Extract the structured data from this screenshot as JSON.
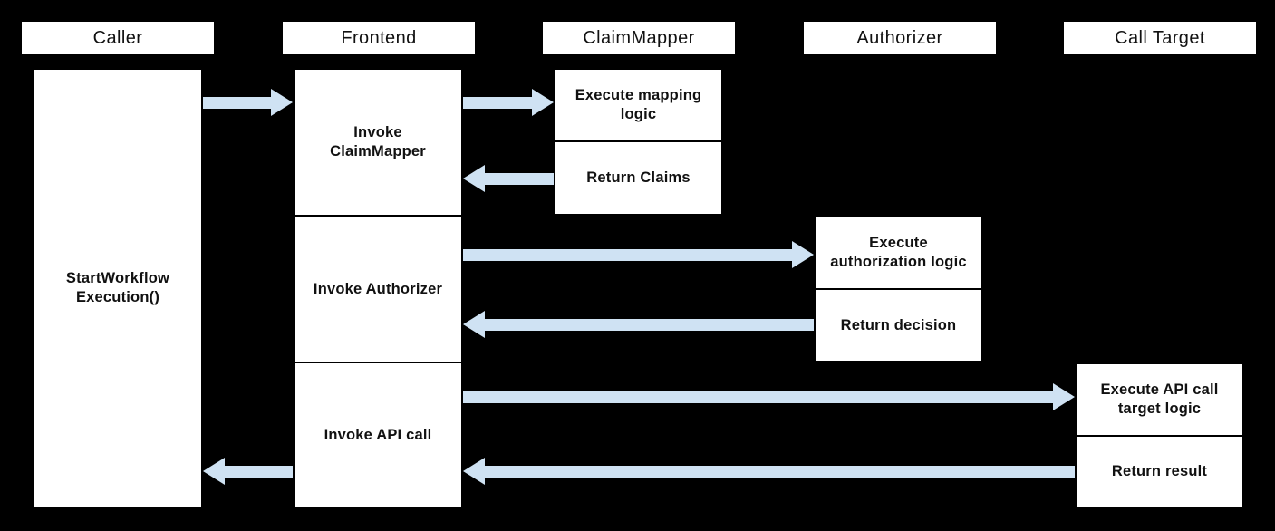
{
  "colors": {
    "background": "#000000",
    "box_fill": "#ffffff",
    "box_border": "#000000",
    "arrow_fill": "#cfe2f3",
    "text": "#111111"
  },
  "lanes": [
    {
      "header": "Caller"
    },
    {
      "header": "Frontend"
    },
    {
      "header": "ClaimMapper"
    },
    {
      "header": "Authorizer"
    },
    {
      "header": "Call Target"
    }
  ],
  "caller": {
    "activity": "StartWorkflow Execution()"
  },
  "frontend": {
    "steps": [
      "Invoke ClaimMapper",
      "Invoke Authorizer",
      "Invoke API call"
    ]
  },
  "claimmapper": {
    "steps": [
      "Execute mapping logic",
      "Return Claims"
    ]
  },
  "authorizer": {
    "steps": [
      "Execute authorization logic",
      "Return decision"
    ]
  },
  "calltarget": {
    "steps": [
      "Execute API call target logic",
      "Return result"
    ]
  },
  "arrows": [
    {
      "from": "Caller",
      "to": "Frontend"
    },
    {
      "from": "Frontend",
      "to": "ClaimMapper"
    },
    {
      "from": "ClaimMapper",
      "to": "Frontend"
    },
    {
      "from": "Frontend",
      "to": "Authorizer"
    },
    {
      "from": "Authorizer",
      "to": "Frontend"
    },
    {
      "from": "Frontend",
      "to": "Call Target"
    },
    {
      "from": "Call Target",
      "to": "Frontend"
    },
    {
      "from": "Frontend",
      "to": "Caller"
    }
  ]
}
